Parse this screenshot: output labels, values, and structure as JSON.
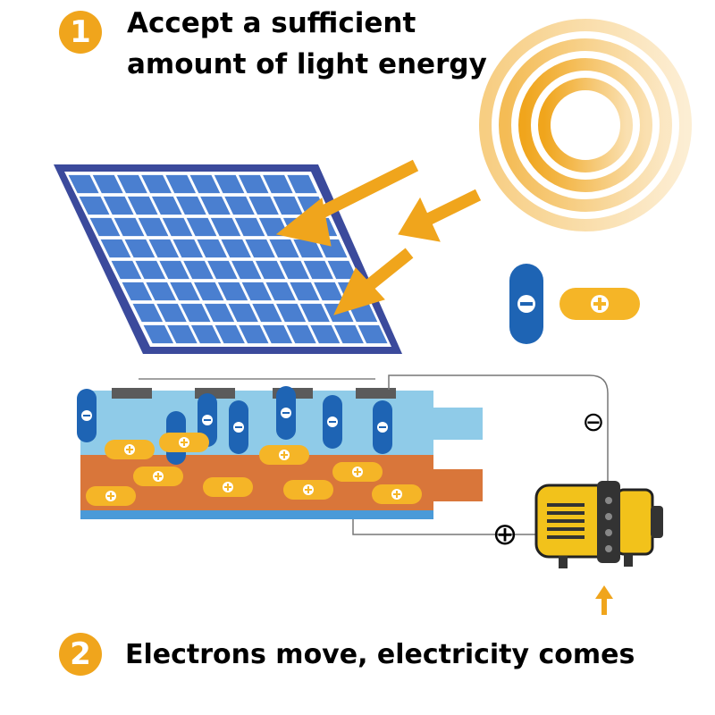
{
  "step1": {
    "number": "1",
    "text_line1": "Accept a sufficient",
    "text_line2": "amount of light energy"
  },
  "step2": {
    "number": "2",
    "text": "Electrons move, electricity comes"
  },
  "symbols": {
    "negative": "⊖",
    "positive": "⊕"
  },
  "colors": {
    "accent_orange": "#f0a51c",
    "panel_blue": "#4a7fd0",
    "panel_frame": "#3b4a9c",
    "electron_blue": "#1e64b4",
    "hole_yellow": "#f5b527",
    "n_layer": "#8fcbe8",
    "p_layer": "#d9763a",
    "motor_yellow": "#f2c21b"
  },
  "icons": [
    "sun-icon",
    "solar-panel-icon",
    "light-arrow-icon",
    "electron-icon",
    "hole-icon",
    "motor-icon",
    "up-arrow-icon"
  ]
}
